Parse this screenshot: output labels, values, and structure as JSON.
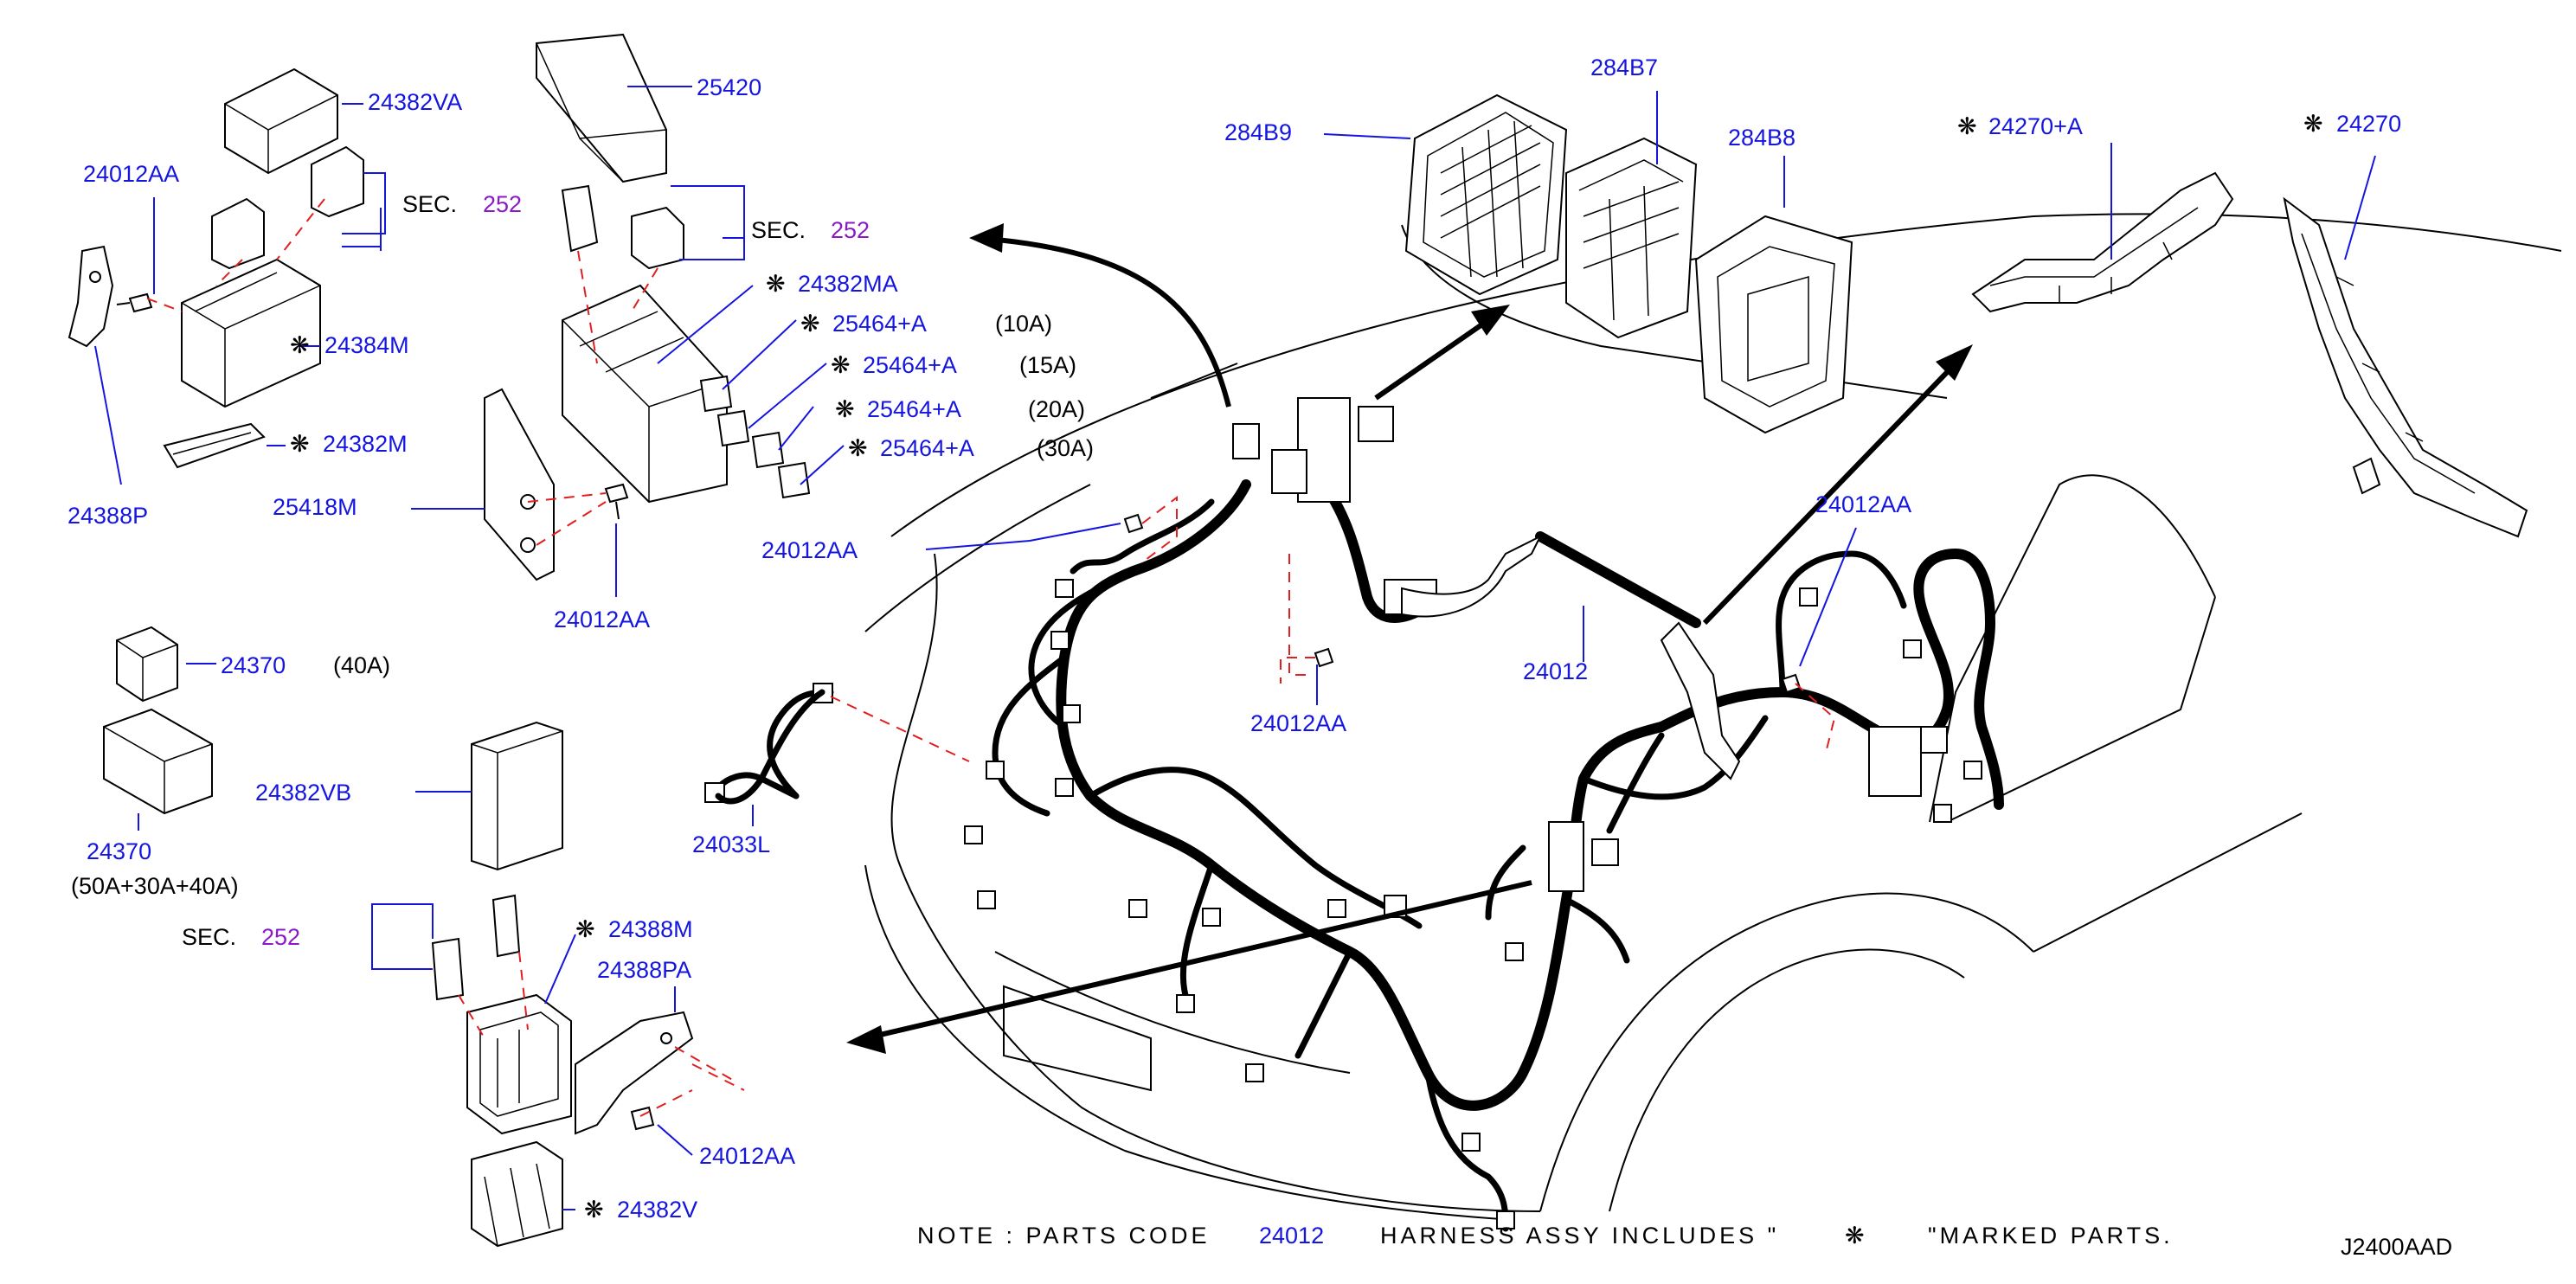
{
  "labels": {
    "p24382VA": "24382VA",
    "p25420": "25420",
    "p24012AA_tl": "24012AA",
    "sec1": "SEC.",
    "sec1_num": "252",
    "sec2": "SEC.",
    "sec2_num": "252",
    "p24384M": "24384M",
    "p24382M": "24382M",
    "p24388P": "24388P",
    "p24382MA": "24382MA",
    "p25464A_1": "25464+A",
    "p25464A_1_amp": "(10A)",
    "p25464A_2": "25464+A",
    "p25464A_2_amp": "(15A)",
    "p25464A_3": "25464+A",
    "p25464A_3_amp": "(20A)",
    "p25464A_4": "25464+A",
    "p25464A_4_amp": "(30A)",
    "p25418M": "25418M",
    "p24012AA_tm": "24012AA",
    "p24012AA_center": "24012AA",
    "p24370_a": "24370",
    "p24370_a_amp": "(40A)",
    "p24370_b": "24370",
    "p24370_b_amp": "(50A+30A+40A)",
    "p24382VB": "24382VB",
    "sec3": "SEC.",
    "sec3_num": "252",
    "p24388M": "24388M",
    "p24388PA": "24388PA",
    "p24012AA_bl": "24012AA",
    "p24382V": "24382V",
    "p24033L": "24033L",
    "p24012AA_mid": "24012AA",
    "p24012": "24012",
    "p284B9": "284B9",
    "p284B7": "284B7",
    "p284B8": "284B8",
    "p24270A": "24270+A",
    "p24270": "24270",
    "p24012AA_right": "24012AA"
  },
  "note": {
    "prefix": "NOTE  :  PARTS  CODE",
    "code": "24012",
    "middle": "HARNESS  ASSY      INCLUDES  \"",
    "suffix": "\"MARKED  PARTS."
  },
  "marker_symbol": "❋",
  "diagram_id": "J2400AAD",
  "colors": {
    "part_number": "#1515e0",
    "section_ref": "#8a1ac8",
    "leader_dash": "#e02020",
    "line_art": "#000000"
  }
}
